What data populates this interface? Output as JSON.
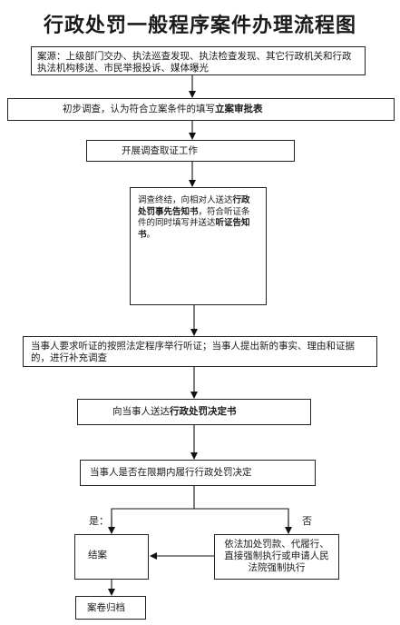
{
  "title": "行政处罚一般程序案件办理流程图",
  "steps": {
    "source": "案源：上级部门交办、执法巡查发现、执法检查发现、其它行政机关和行政执法机构移送、市民举报投诉、媒体曝光",
    "initial_a": "初步调查，认为符合立案条件的填写",
    "initial_b": "立案审批表",
    "investigate": "开展调查取证工作",
    "notice_a": "调查终结，向相对人送达",
    "notice_b": "行政处罚事先告知书",
    "notice_c": "，符合听证条件的同时填写并送达",
    "notice_d": "听证告知书",
    "notice_e": "。",
    "hearing": "当事人要求听证的按照法定程序举行听证；当事人提出新的事实、理由和证据的，进行补充调查",
    "decision_a": "向当事人送达",
    "decision_b": "行政处罚决定书",
    "comply": "当事人是否在限期内履行行政处罚决定",
    "enforce": "依法加处罚款、代履行、直接强制执行或申请人民法院强制执行",
    "close": "结案",
    "archive": "案卷归档"
  },
  "branches": {
    "yes": "是：",
    "no": "否"
  }
}
